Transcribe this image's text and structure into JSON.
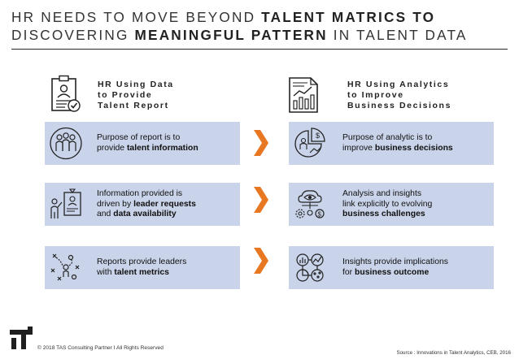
{
  "title": {
    "line1_plain": "HR NEEDS TO MOVE BEYOND ",
    "line1_bold": "TALENT MATRICS TO",
    "line2_plain1": "DISCOVERING ",
    "line2_bold": "MEANINGFUL PATTERN",
    "line2_plain2": " IN TALENT DATA"
  },
  "left_column": {
    "heading": [
      "HR Using Data",
      "to Provide",
      "Talent Report"
    ],
    "icon": "clipboard-profile-check-icon"
  },
  "right_column": {
    "heading": [
      "HR Using Analytics",
      "to Improve",
      "Business Decisions"
    ],
    "icon": "report-chart-icon"
  },
  "rows": [
    {
      "left": {
        "icon": "team-people-icon",
        "t1": "Purpose of report is to",
        "t2_plain": "provide ",
        "t2_bold": "talent information"
      },
      "right": {
        "icon": "pie-chart-money-icon",
        "t1": "Purpose of analytic is to",
        "t2_plain": "improve ",
        "t2_bold": "business decisions"
      }
    },
    {
      "left": {
        "icon": "leader-id-card-icon",
        "t1": "Information provided is",
        "t2_plain": "driven by ",
        "t2_bold": "leader requests",
        "t3_plain": "and ",
        "t3_bold": "data availability"
      },
      "right": {
        "icon": "cloud-eye-insight-icon",
        "t1": "Analysis and insights",
        "t2_plain": "link explicitly to evolving",
        "t3_bold": "business challenges"
      }
    },
    {
      "left": {
        "icon": "strategy-play-icon",
        "t1": "Reports provide leaders",
        "t2_plain": "with ",
        "t2_bold": "talent metrics"
      },
      "right": {
        "icon": "analytics-dashboard-icon",
        "t1": "Insights provide implications",
        "t2_plain": "for ",
        "t2_bold": "business outcome"
      }
    }
  ],
  "arrow_icon": "chevron-right-icon",
  "accent_color": "#c9d3e9",
  "arrow_color": "#e87722",
  "footer": {
    "copyright": "© 2018 TAS Consulting Partner  I  All Rights Reserved",
    "source": "Source : Innovations in Talent Analytics, CEB, 2016"
  }
}
